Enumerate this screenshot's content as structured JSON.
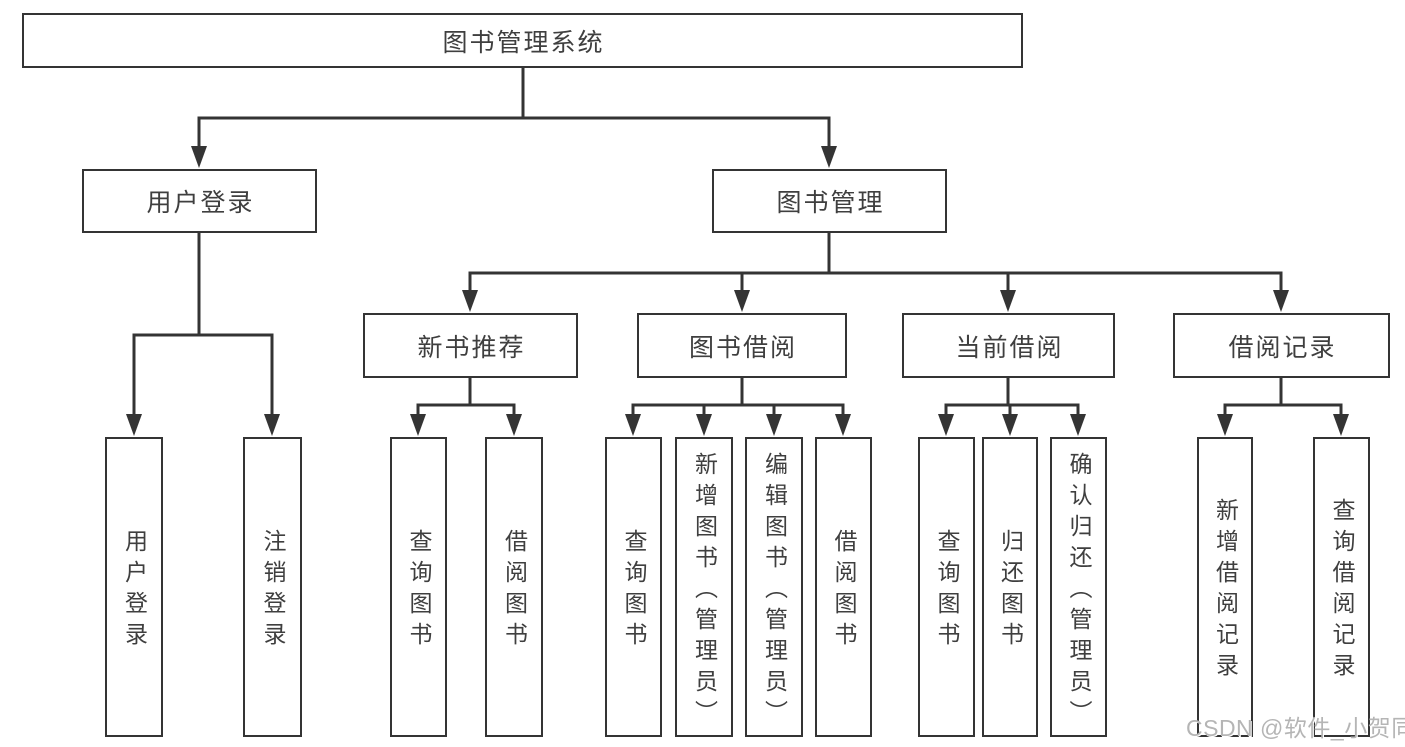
{
  "nodes": {
    "root": "图书管理系统",
    "user_login": "用户登录",
    "book_mgmt": "图书管理",
    "new_book_rec": "新书推荐",
    "book_borrow": "图书借阅",
    "current_borrow": "当前借阅",
    "borrow_record": "借阅记录",
    "user_login_leaf": "用户登录",
    "logout_leaf": "注销登录",
    "query_book_1": "查询图书",
    "borrow_book_1": "借阅图书",
    "query_book_2": "查询图书",
    "add_book_admin": "新增图书（管理员）",
    "edit_book_admin": "编辑图书（管理员）",
    "borrow_book_2": "借阅图书",
    "query_book_3": "查询图书",
    "return_book": "归还图书",
    "confirm_return_admin": "确认归还（管理员）",
    "add_borrow_record": "新增借阅记录",
    "query_borrow_record": "查询借阅记录"
  },
  "watermark": "CSDN @软件_小贺同学",
  "colors": {
    "line": "#343434",
    "box_border": "#343434",
    "text": "#3f3f3f",
    "watermark_text": "#b5b5b5",
    "background": "#ffffff"
  }
}
